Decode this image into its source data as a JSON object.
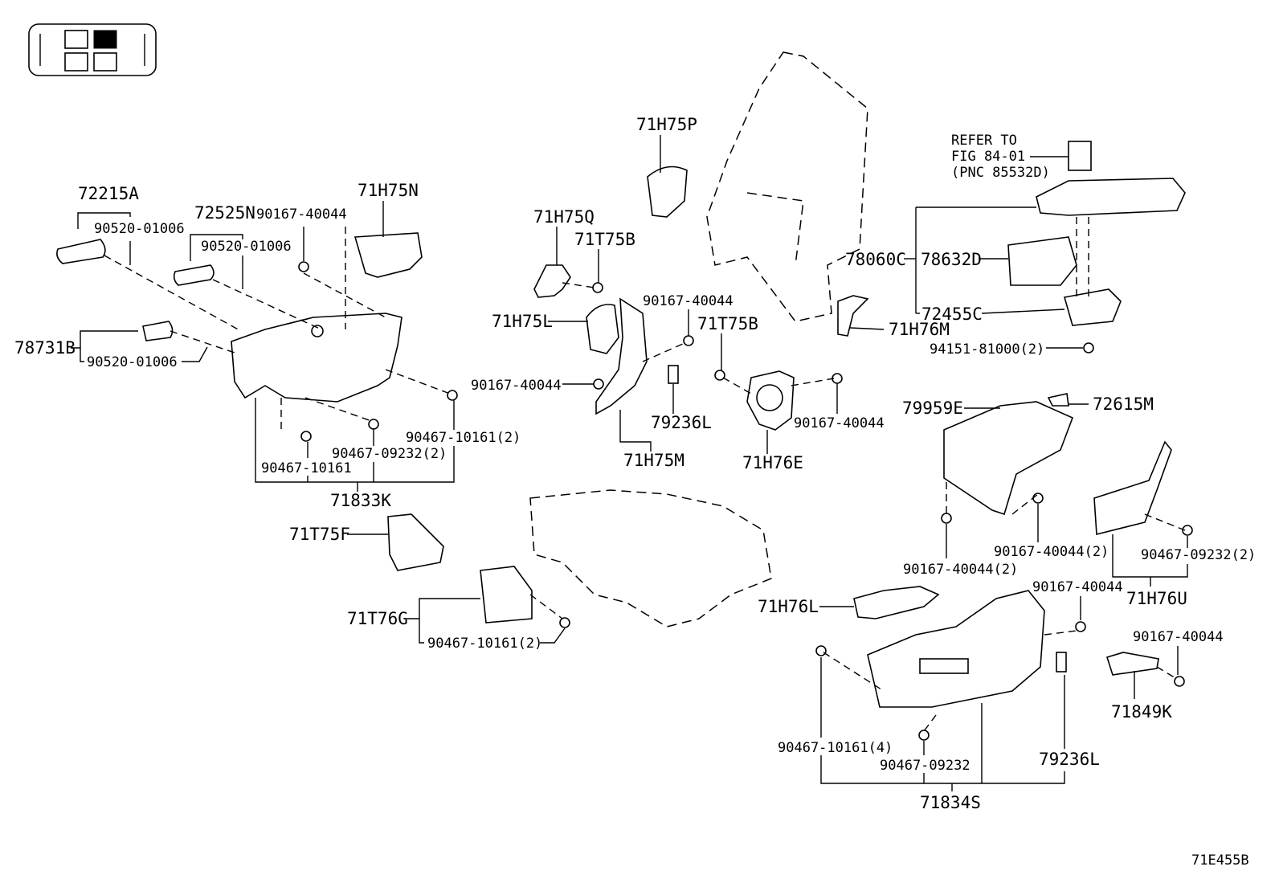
{
  "figure_id": "71E455B",
  "labels": {
    "p72215A": "72215A",
    "p90520_a": "90520-01006",
    "p72525N": "72525N",
    "p90520_b": "90520-01006",
    "p90167_a": "90167-40044",
    "p71H75N": "71H75N",
    "p78731B": "78731B",
    "p90520_c": "90520-01006",
    "p90467_10161_2a": "90467-10161(2)",
    "p90467_09232_2a": "90467-09232(2)",
    "p90467_10161": "90467-10161",
    "p71833K": "71833K",
    "p71T75F": "71T75F",
    "p71H75Q": "71H75Q",
    "p71T75B_a": "71T75B",
    "p71H75L": "71H75L",
    "p90167_b": "90167-40044",
    "p90167_c": "90167-40044",
    "p79236L_a": "79236L",
    "p71H75M": "71H75M",
    "p71H75P": "71H75P",
    "p71T75B_b": "71T75B",
    "p90167_d": "90167-40044",
    "p71H76E": "71H76E",
    "p71H76M": "71H76M",
    "p71T76G": "71T76G",
    "p90467_10161_2b": "90467-10161(2)",
    "refer1": "REFER TO",
    "refer2": "FIG 84-01",
    "refer3": "(PNC 85532D)",
    "p78060C": "78060C",
    "p78632D": "78632D",
    "p72455C": "72455C",
    "p94151": "94151-81000(2)",
    "p79959E": "79959E",
    "p72615M": "72615M",
    "p90167_2a": "90167-40044(2)",
    "p90167_2b": "90167-40044(2)",
    "p90467_09232_2b": "90467-09232(2)",
    "p71H76U": "71H76U",
    "p71H76L": "71H76L",
    "p90167_e": "90167-40044",
    "p90167_f": "90167-40044",
    "p71849K": "71849K",
    "p90467_10161_4": "90467-10161(4)",
    "p90467_09232": "90467-09232",
    "p79236L_b": "79236L",
    "p71834S": "71834S"
  }
}
